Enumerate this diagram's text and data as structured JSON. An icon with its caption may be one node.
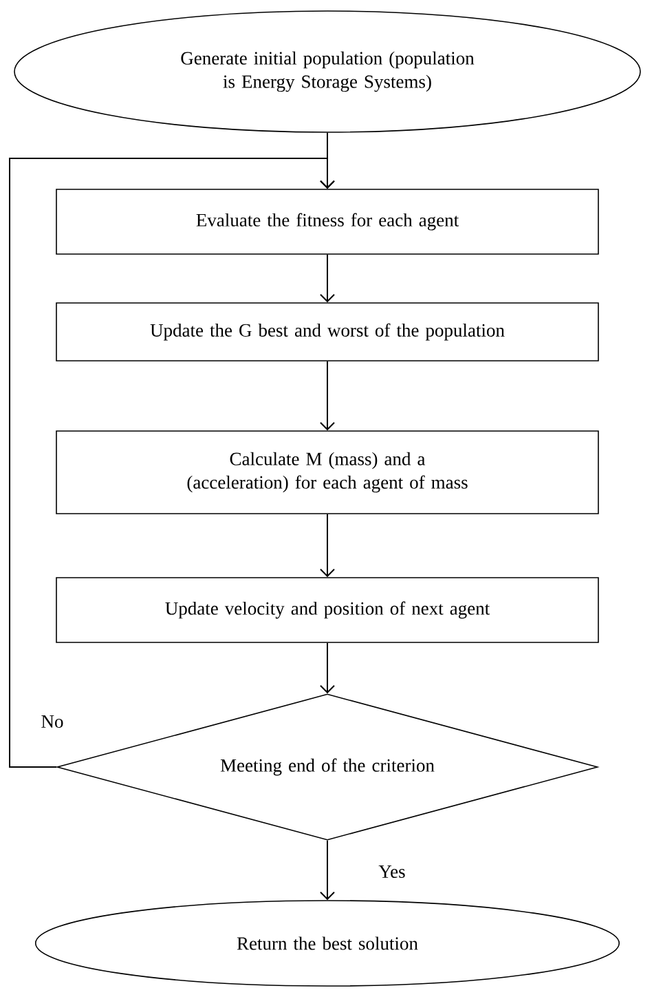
{
  "diagram": {
    "nodes": [
      {
        "text": [
          "Generate initial population (population is Energy Storage Systems)"
        ]
      },
      {
        "text": [
          "Evaluate the fitness for each agent"
        ]
      },
      {
        "text": [
          "Update the G best and worst of the population"
        ]
      },
      {
        "text": [
          "Calculate M (mass) and a (acceleration) for each agent of mass"
        ]
      },
      {
        "text": [
          "Update velocity and position of next agent"
        ]
      },
      {
        "text": [
          "Meeting end of the criterion"
        ]
      },
      {
        "text": [
          "Return the best solution"
        ]
      }
    ],
    "edges": [
      {
        "from": 0,
        "to": 1,
        "arrow": "to"
      },
      {
        "from": 1,
        "to": 2,
        "arrow": "to"
      },
      {
        "from": 2,
        "to": 3,
        "arrow": "to"
      },
      {
        "from": 3,
        "to": 4,
        "arrow": "to"
      },
      {
        "from": 4,
        "to": 5,
        "arrow": "to"
      },
      {
        "from": 5,
        "to": 1,
        "arrow": "to",
        "label": "No"
      },
      {
        "from": 5,
        "to": 6,
        "arrow": "to",
        "label": "Yes"
      }
    ]
  }
}
